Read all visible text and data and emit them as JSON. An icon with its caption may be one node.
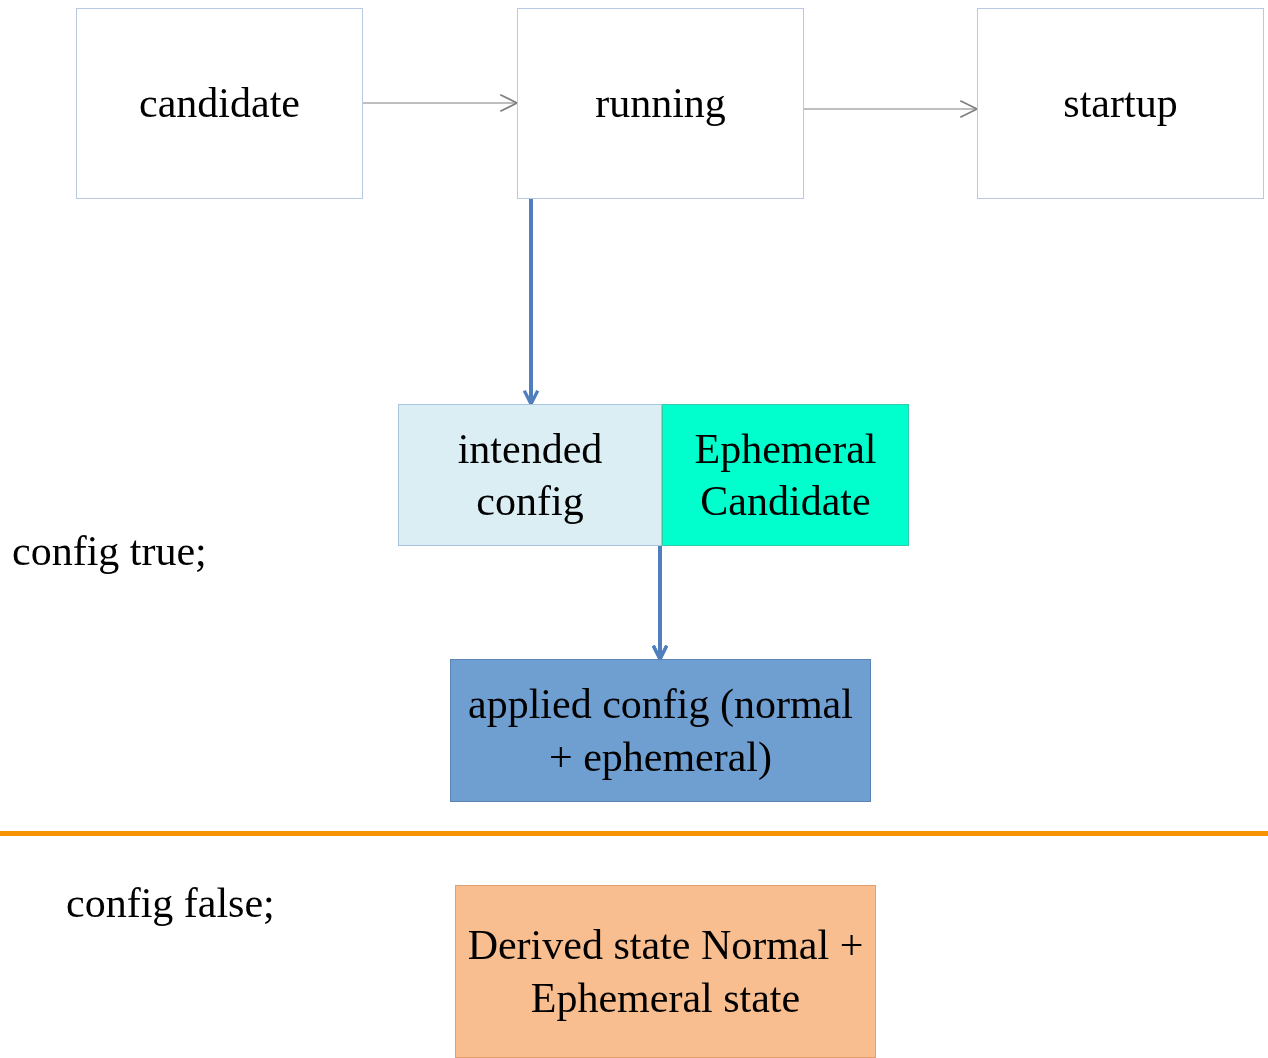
{
  "diagram": {
    "nodes": [
      {
        "text": [
          "candidate"
        ]
      },
      {
        "text": [
          "running"
        ]
      },
      {
        "text": [
          "startup"
        ]
      },
      {
        "text": [
          "intended config"
        ]
      },
      {
        "text": [
          "Ephemeral Candidate"
        ]
      },
      {
        "text": [
          "applied config (normal + ephemeral)"
        ]
      },
      {
        "text": [
          "Derived state Normal + Ephemeral state"
        ]
      }
    ],
    "edges": [
      {
        "from": 0,
        "to": 1,
        "arrow": "to",
        "color": "#7f7f7f"
      },
      {
        "from": 1,
        "to": 2,
        "arrow": "to",
        "color": "#7f7f7f"
      },
      {
        "from": 1,
        "to": 3,
        "arrow": "to"
      },
      {
        "from": 3,
        "to": 5,
        "arrow": "to"
      },
      {
        "from": 4,
        "to": 5,
        "arrow": "to"
      }
    ],
    "labels": [
      "config true;",
      "config false;"
    ]
  }
}
